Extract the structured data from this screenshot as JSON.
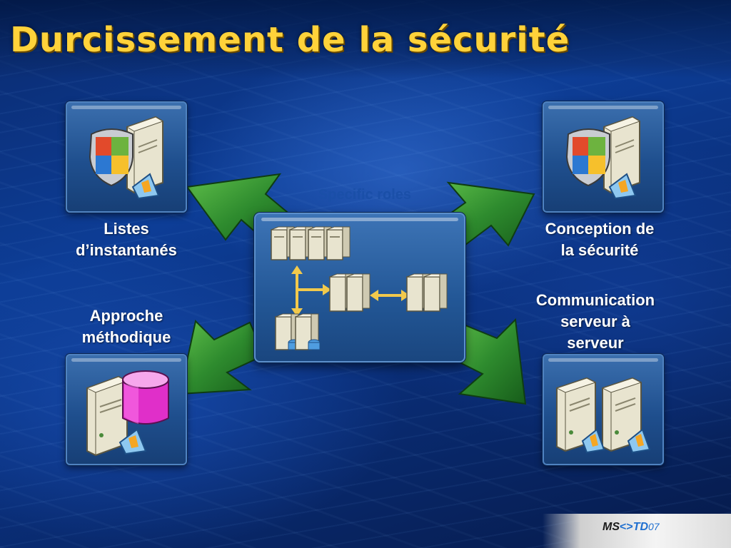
{
  "slide": {
    "title": "Durcissement de la sécurité"
  },
  "labels": {
    "top_left_line1": "Listes",
    "top_left_line2": "d’instantanés",
    "bottom_left_line1": "Approche",
    "bottom_left_line2": "méthodique",
    "top_right_line1": "Conception de",
    "top_right_line2": "la sécurité",
    "bottom_right_line1": "Communication",
    "bottom_right_line2": "serveur à",
    "bottom_right_line3": "serveur"
  },
  "center": {
    "caption": "Specific roles"
  },
  "footer": {
    "logo_ms": "MS",
    "logo_td": "TD",
    "logo_year": "07"
  },
  "colors": {
    "title": "#ffd23a",
    "arrow_green": "#2e8b2e",
    "tile_blue": "#2a5c9c"
  },
  "icons": {
    "tile_top_left": "shield-server-icon",
    "tile_top_right": "shield-server-icon",
    "tile_bottom_left": "database-server-icon",
    "tile_bottom_right": "two-servers-icon",
    "center": "server-roles-diagram-icon"
  }
}
